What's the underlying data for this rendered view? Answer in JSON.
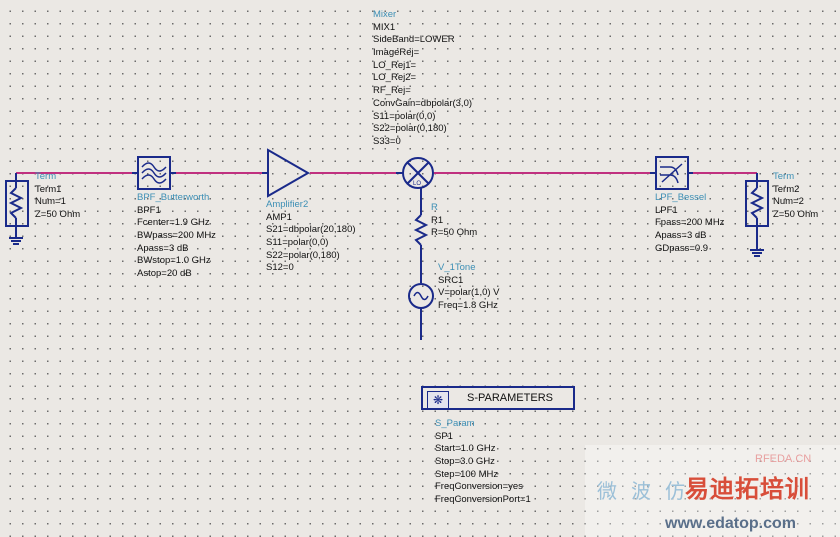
{
  "term1": {
    "type": "Term",
    "name": "Term1",
    "num": "Num=1",
    "z": "Z=50 Ohm"
  },
  "bpf": {
    "type": "BPF_Butterworth",
    "name": "BPF1",
    "params": [
      "Fcenter=1.9 GHz",
      "BWpass=200 MHz",
      "Apass=3 dB",
      "BWstop=1.0 GHz",
      "Astop=20 dB"
    ]
  },
  "amp": {
    "type": "Amplifier2",
    "name": "AMP1",
    "params": [
      "S21=dbpolar(20,180)",
      "S11=polar(0,0)",
      "S22=polar(0,180)",
      "S12=0"
    ]
  },
  "mixer": {
    "type": "Mixer",
    "name": "MIX1",
    "params": [
      "SideBand=LOWER",
      "ImageRej=",
      "LO_Rej1=",
      "LO_Rej2=",
      "RF_Rej=",
      "ConvGain=dbpolar(3,0)",
      "S11=polar(0,0)",
      "S22=polar(0,180)",
      "S33=0"
    ],
    "port_label": "LO"
  },
  "resistor": {
    "type": "R",
    "name": "R1",
    "value": "R=50 Ohm"
  },
  "source": {
    "type": "V_1Tone",
    "name": "SRC1",
    "params": [
      "V=polar(1,0) V",
      "Freq=1.8 GHz"
    ]
  },
  "lpf": {
    "type": "LPF_Bessel",
    "name": "LPF1",
    "params": [
      "Fpass=200 MHz",
      "Apass=3 dB",
      "GDpass=0.9"
    ]
  },
  "term2": {
    "type": "Term",
    "name": "Term2",
    "num": "Num=2",
    "z": "Z=50 Ohm"
  },
  "sparam": {
    "header": "S-PARAMETERS",
    "type": "S_Param",
    "name": "SP1",
    "params": [
      "Start=1.0 GHz",
      "Stop=3.0 GHz",
      "Step=100 MHz",
      "FreqConversion=yes",
      "FreqConversionPort=1"
    ]
  },
  "watermark": {
    "cn": "易迪拓培训",
    "url": "www.edatop.com",
    "site": "RFEDA.CN",
    "cn2": "微波仿"
  },
  "colors": {
    "wire": "#c0307f",
    "component": "#1a2a8a",
    "type_label": "#3d8fb5"
  }
}
